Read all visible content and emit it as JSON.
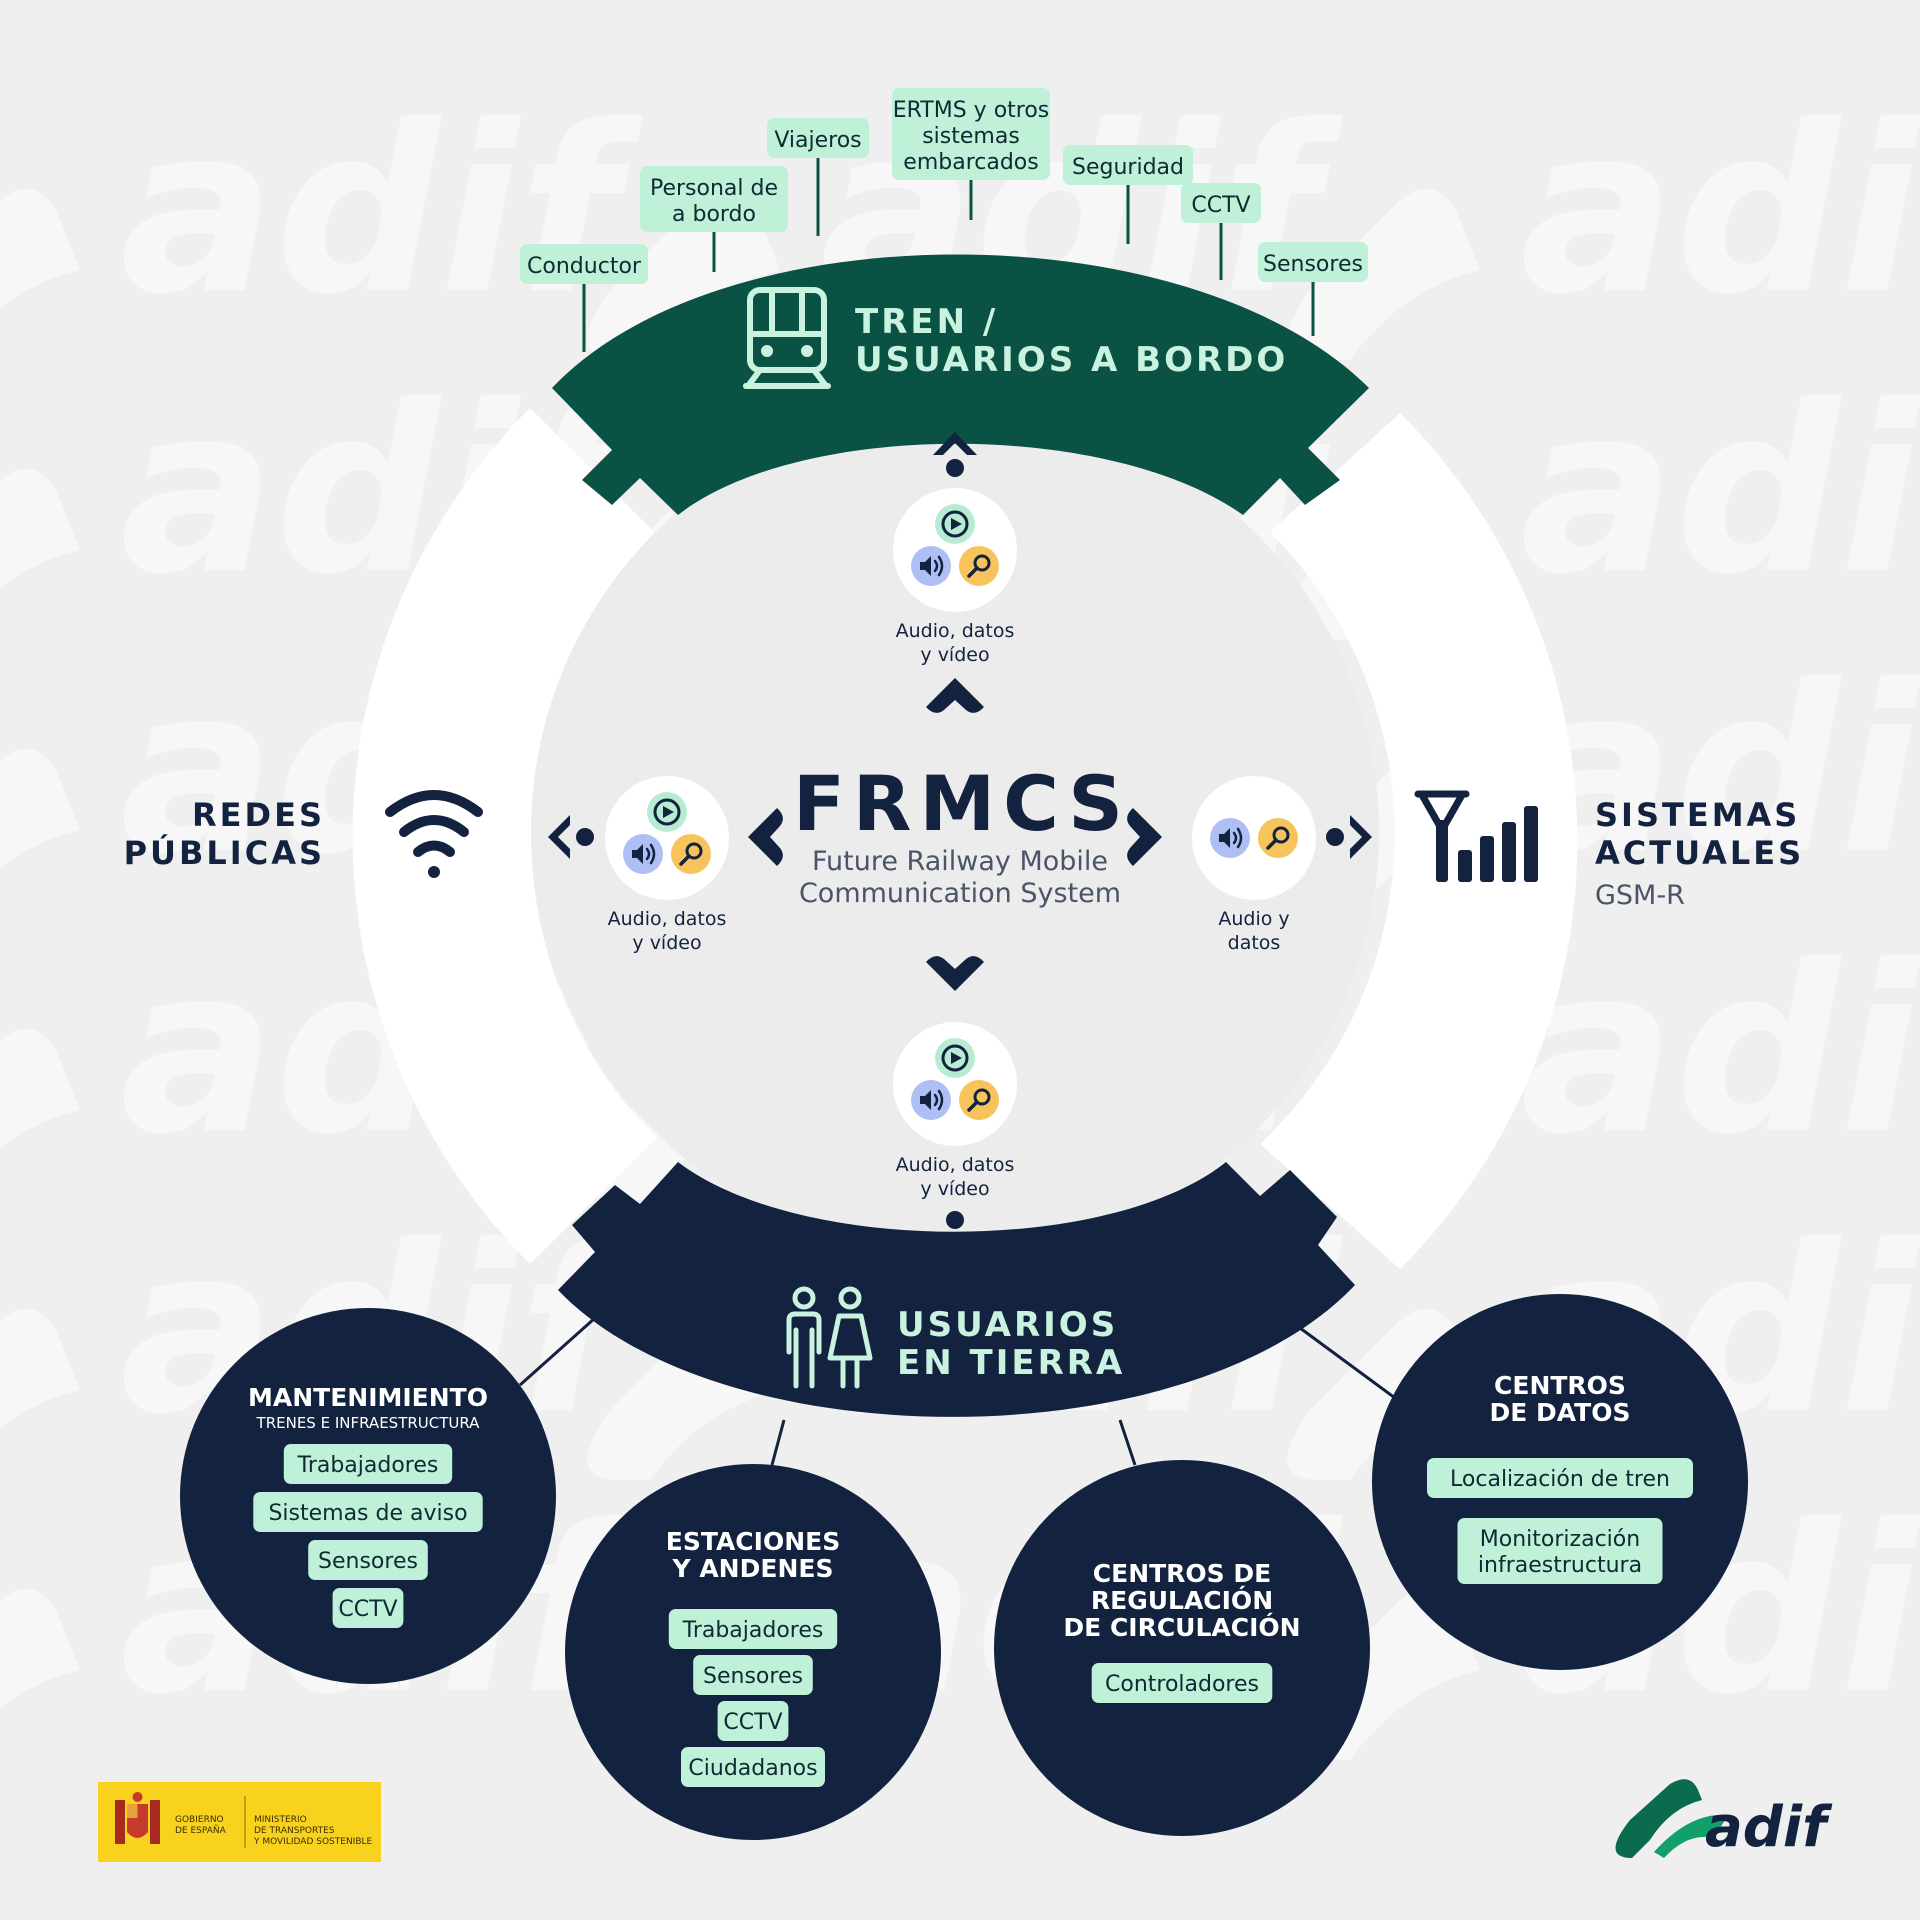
{
  "colors": {
    "navy": "#13223f",
    "green": "#0a5344",
    "mint": "#bff0d8",
    "mint_text": "#c9f3de",
    "bg": "#efefef",
    "white": "#ffffff",
    "audio_blue": "#aebff4",
    "search_yellow": "#f7c35c",
    "play_green": "#b8ecd2"
  },
  "watermark": "adif",
  "center": {
    "title": "FRMCS",
    "subtitle_line1": "Future Railway Mobile",
    "subtitle_line2": "Communication System"
  },
  "train": {
    "title_line1": "TREN /",
    "title_line2": "USUARIOS A BORDO",
    "icon": "train-icon",
    "tags": [
      {
        "lines": [
          "Conductor"
        ]
      },
      {
        "lines": [
          "Personal de",
          "a bordo"
        ]
      },
      {
        "lines": [
          "Viajeros"
        ]
      },
      {
        "lines": [
          "ERTMS y otros",
          "sistemas",
          "embarcados"
        ]
      },
      {
        "lines": [
          "Seguridad"
        ]
      },
      {
        "lines": [
          "CCTV"
        ]
      },
      {
        "lines": [
          "Sensores"
        ]
      }
    ]
  },
  "public_networks": {
    "line1": "REDES",
    "line2": "PÚBLICAS",
    "icon": "wifi-icon"
  },
  "current_systems": {
    "line1": "SISTEMAS",
    "line2": "ACTUALES",
    "subtitle": "GSM-R",
    "icon": "antenna-signal-icon"
  },
  "ground": {
    "line1": "USUARIOS",
    "line2": "EN TIERRA",
    "icon": "people-icon"
  },
  "flows": {
    "top": {
      "line1": "Audio, datos",
      "line2": "y vídeo"
    },
    "left": {
      "line1": "Audio, datos",
      "line2": "y vídeo"
    },
    "right": {
      "line1": "Audio y",
      "line2": "datos"
    },
    "bottom": {
      "line1": "Audio, datos",
      "line2": "y vídeo"
    }
  },
  "ground_groups": [
    {
      "title_lines": [
        "MANTENIMIENTO"
      ],
      "subtitle": "TRENES E INFRAESTRUCTURA",
      "tags": [
        [
          "Trabajadores"
        ],
        [
          "Sistemas de aviso"
        ],
        [
          "Sensores"
        ],
        [
          "CCTV"
        ]
      ]
    },
    {
      "title_lines": [
        "ESTACIONES",
        "Y ANDENES"
      ],
      "subtitle": "",
      "tags": [
        [
          "Trabajadores"
        ],
        [
          "Sensores"
        ],
        [
          "CCTV"
        ],
        [
          "Ciudadanos"
        ]
      ]
    },
    {
      "title_lines": [
        "CENTROS DE",
        "REGULACIÓN",
        "DE CIRCULACIÓN"
      ],
      "subtitle": "",
      "tags": [
        [
          "Controladores"
        ]
      ]
    },
    {
      "title_lines": [
        "CENTROS",
        "DE DATOS"
      ],
      "subtitle": "",
      "tags": [
        [
          "Localización de tren"
        ],
        [
          "Monitorización",
          "infraestructura"
        ]
      ]
    }
  ],
  "footer": {
    "gov_line1": "GOBIERNO",
    "gov_line2": "DE ESPAÑA",
    "ministry_line1": "MINISTERIO",
    "ministry_line2": "DE TRANSPORTES",
    "ministry_line3": "Y MOVILIDAD SOSTENIBLE",
    "brand": "adif"
  }
}
